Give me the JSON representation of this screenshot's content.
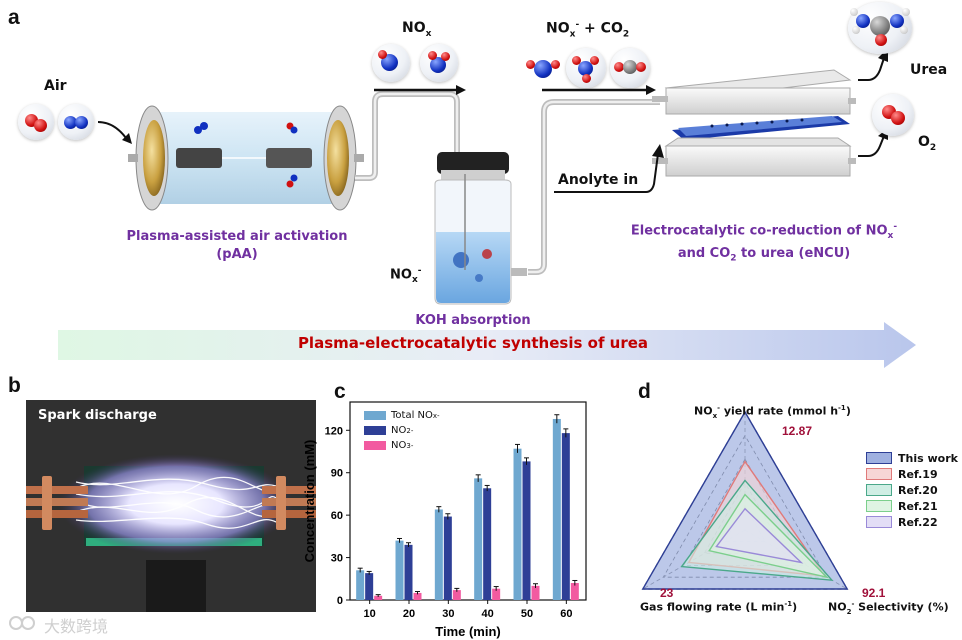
{
  "panel_a": {
    "letter": "a",
    "air_label": "Air",
    "nox_gas_label": "NO",
    "nox_gas_sub": "x",
    "mix_label_no": "NO",
    "mix_label_sub": "x",
    "mix_label_sup": "-",
    "mix_label_rest": " + CO",
    "mix_label_co2sub": "2",
    "urea_label": "Urea",
    "o2_label": "O",
    "o2_sub": "2",
    "anolyte_label": "Anolyte in",
    "nox_ion_label": "NO",
    "nox_ion_sub": "x",
    "nox_ion_sup": "-",
    "paa_line1": "Plasma-assisted air activation",
    "paa_line2": "(pAA)",
    "koh_label": "KOH absorption",
    "encu_line1_a": "Electrocatalytic co-reduction of NO",
    "encu_line1_sub": "x",
    "encu_line1_sup": "-",
    "encu_line2_a": "and CO",
    "encu_line2_sub": "2",
    "encu_line2_b": " to urea (eNCU)",
    "banner": "Plasma-electrocatalytic synthesis of urea"
  },
  "panel_b": {
    "letter": "b",
    "photo_label": "Spark discharge",
    "watermark": "大数跨境"
  },
  "panel_c": {
    "letter": "c",
    "legend": [
      {
        "base": "Total NO",
        "sub": "x",
        "sup": "-",
        "color": "#6fa8d0"
      },
      {
        "base": "NO",
        "sub": "2",
        "sup": "-",
        "color": "#2e3f96"
      },
      {
        "base": "NO",
        "sub": "3",
        "sup": "-",
        "color": "#f25aa0"
      }
    ],
    "ylabel": "Concentration (mM)",
    "xlabel": "Time (min)"
  },
  "chart_data": {
    "type": "bar",
    "categories": [
      "10",
      "20",
      "30",
      "40",
      "50",
      "60"
    ],
    "series": [
      {
        "name": "Total NOx-",
        "values": [
          21,
          42,
          64,
          86,
          107,
          128
        ],
        "errors": [
          1.5,
          1.5,
          2,
          2.5,
          3,
          3
        ]
      },
      {
        "name": "NO2-",
        "values": [
          19,
          39,
          59,
          79,
          98,
          118
        ],
        "errors": [
          1.2,
          1.5,
          2,
          2,
          2.5,
          3
        ]
      },
      {
        "name": "NO3-",
        "values": [
          3,
          5,
          7,
          8,
          10,
          12
        ],
        "errors": [
          0.8,
          1,
          1.2,
          1.5,
          1.5,
          1.8
        ]
      }
    ],
    "yticks": [
      0,
      30,
      60,
      90,
      120
    ],
    "ylim": [
      0,
      140
    ],
    "xlabel": "Time (min)",
    "ylabel": "Concentration (mM)"
  },
  "panel_d": {
    "letter": "d",
    "axis_top_a": "NO",
    "axis_top_sub": "x",
    "axis_top_sup": "-",
    "axis_top_b": " yield rate (mmol h",
    "axis_top_sup2": "-1",
    "axis_top_c": ")",
    "axis_left": "Gas flowing rate (L min",
    "axis_left_sup": "-1",
    "axis_left_end": ")",
    "axis_right_a": "NO",
    "axis_right_sub": "2",
    "axis_right_sup": "-",
    "axis_right_b": " Selectivity (%)",
    "val_top": "12.87",
    "val_left": "23",
    "val_right": "92.1",
    "legend": [
      {
        "name": "This work",
        "stroke": "#2e3f96",
        "fill": "#9fb0e0"
      },
      {
        "name": "Ref.19",
        "stroke": "#e07a7a",
        "fill": "#f7d6d6"
      },
      {
        "name": "Ref.20",
        "stroke": "#4aa88a",
        "fill": "#cfeee4"
      },
      {
        "name": "Ref.21",
        "stroke": "#7ccf8c",
        "fill": "#dff4e3"
      },
      {
        "name": "Ref.22",
        "stroke": "#9a8ad8",
        "fill": "#e3def6"
      }
    ],
    "radar": {
      "This work": [
        1.0,
        1.0,
        1.0
      ],
      "Ref.19": [
        0.58,
        0.55,
        0.78
      ],
      "Ref.20": [
        0.42,
        0.62,
        0.85
      ],
      "Ref.21": [
        0.3,
        0.35,
        0.8
      ],
      "Ref.22": [
        0.18,
        0.28,
        0.55
      ]
    }
  }
}
